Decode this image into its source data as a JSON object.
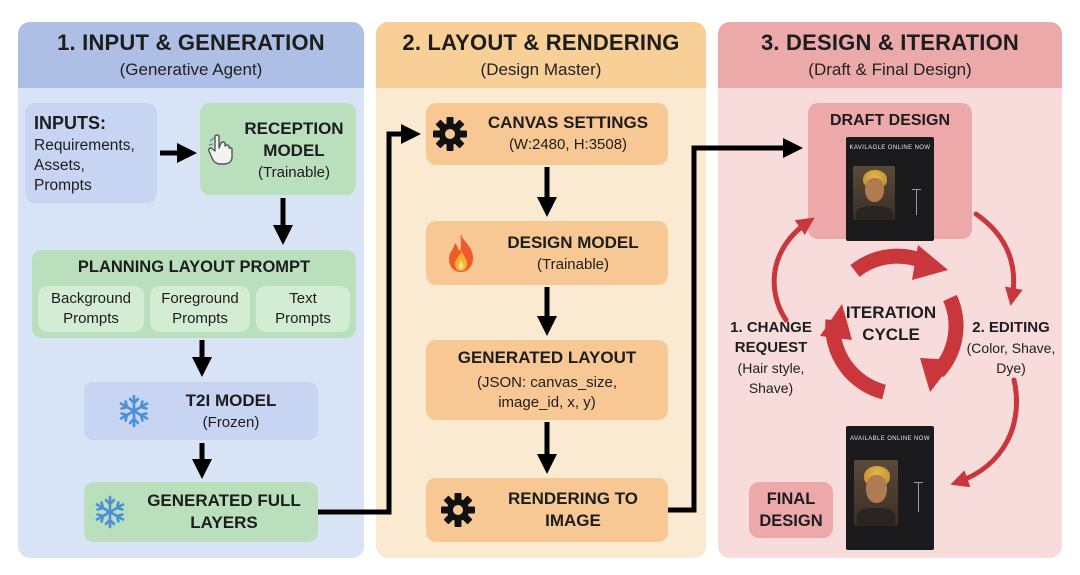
{
  "panels": [
    {
      "title": "1. INPUT & GENERATION",
      "subtitle": "(Generative Agent)"
    },
    {
      "title": "2. LAYOUT & RENDERING",
      "subtitle": "(Design Master)"
    },
    {
      "title": "3. DESIGN & ITERATION",
      "subtitle": "(Draft & Final Design)"
    }
  ],
  "stage1": {
    "inputs_title": "INPUTS:",
    "inputs_lines": [
      "Requirements,",
      "Assets,",
      "Prompts"
    ],
    "reception_title_1": "RECEPTION",
    "reception_title_2": "MODEL",
    "reception_sub": "(Trainable)",
    "planning_title": "PLANNING LAYOUT PROMPT",
    "prompts": [
      {
        "line1": "Background",
        "line2": "Prompts"
      },
      {
        "line1": "Foreground",
        "line2": "Prompts"
      },
      {
        "line1": "Text",
        "line2": "Prompts"
      }
    ],
    "t2i_title": "T2I MODEL",
    "t2i_sub": "(Frozen)",
    "layers_title_1": "GENERATED FULL",
    "layers_title_2": "LAYERS"
  },
  "stage2": {
    "canvas_title": "CANVAS SETTINGS",
    "canvas_sub": "(W:2480, H:3508)",
    "design_title": "DESIGN MODEL",
    "design_sub": "(Trainable)",
    "layout_title": "GENERATED LAYOUT",
    "layout_sub_1": "(JSON: canvas_size,",
    "layout_sub_2": "image_id, x, y)",
    "render_title_1": "RENDERING TO",
    "render_title_2": "IMAGE"
  },
  "stage3": {
    "draft_title": "DRAFT DESIGN",
    "draft_poster_text": "KAVILAGLE ONLINE NOW",
    "cycle_1": "ITERATION",
    "cycle_2": "CYCLE",
    "change_1": "1. CHANGE",
    "change_2": "REQUEST",
    "change_3": "(Hair style,",
    "change_4": "Shave)",
    "edit_1": "2. EDITING",
    "edit_2": "(Color, Shave,",
    "edit_3": "Dye)",
    "final_1": "FINAL",
    "final_2": "DESIGN",
    "final_poster_text": "AVAILABLE ONLINE NOW"
  },
  "colors": {
    "panel1": "#aebfe6",
    "panel2": "#f7cf97",
    "panel3": "#eca9a9",
    "arrow_black": "#000000",
    "arrow_red": "#c9363c"
  }
}
